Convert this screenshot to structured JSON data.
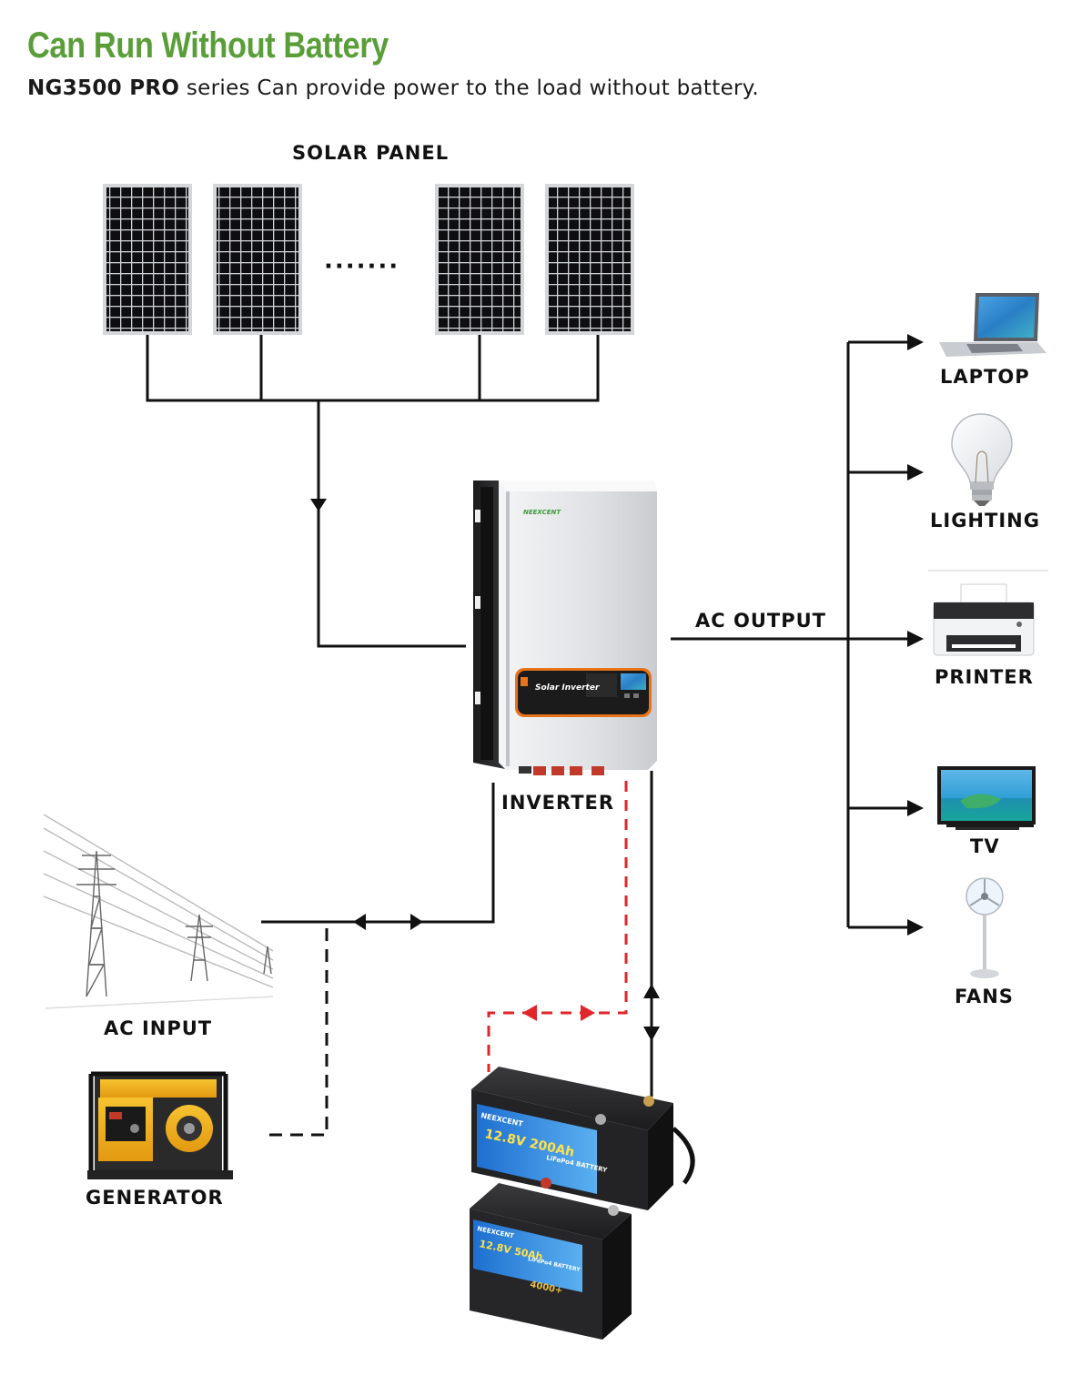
{
  "header": {
    "title": "Can Run Without Battery",
    "subtitle_bold": "NG3500 PRO",
    "subtitle_rest": " series Can provide power to the load without battery."
  },
  "labels": {
    "solar_panel": "SOLAR PANEL",
    "inverter": "INVERTER",
    "ac_output": "AC OUTPUT",
    "ac_input": "AC INPUT",
    "generator": "GENERATOR",
    "ellipsis": "·······"
  },
  "loads": [
    {
      "label": "LAPTOP",
      "icon": "laptop-icon"
    },
    {
      "label": "LIGHTING",
      "icon": "light-bulb-icon"
    },
    {
      "label": "PRINTER",
      "icon": "printer-icon"
    },
    {
      "label": "TV",
      "icon": "tv-icon"
    },
    {
      "label": "FANS",
      "icon": "fan-icon"
    }
  ],
  "inverter_device": {
    "brand": "NEEXCENT",
    "panel_text": "Solar Inverter"
  },
  "batteries": [
    {
      "brand": "NEEXCENT",
      "rating": "12.8V 200Ah",
      "type": "LiFePo4 BATTERY"
    },
    {
      "brand": "NEEXCENT",
      "rating": "12.8V 50Ah",
      "type": "LiFePo4 BATTERY",
      "cycles": "4000+"
    }
  ],
  "colors": {
    "title_green": "#5a9e3a",
    "line_black": "#111111",
    "dashed_red": "#e0262b",
    "battery_label_blue": "#1e6fd0",
    "inverter_orange": "#e8731a"
  }
}
